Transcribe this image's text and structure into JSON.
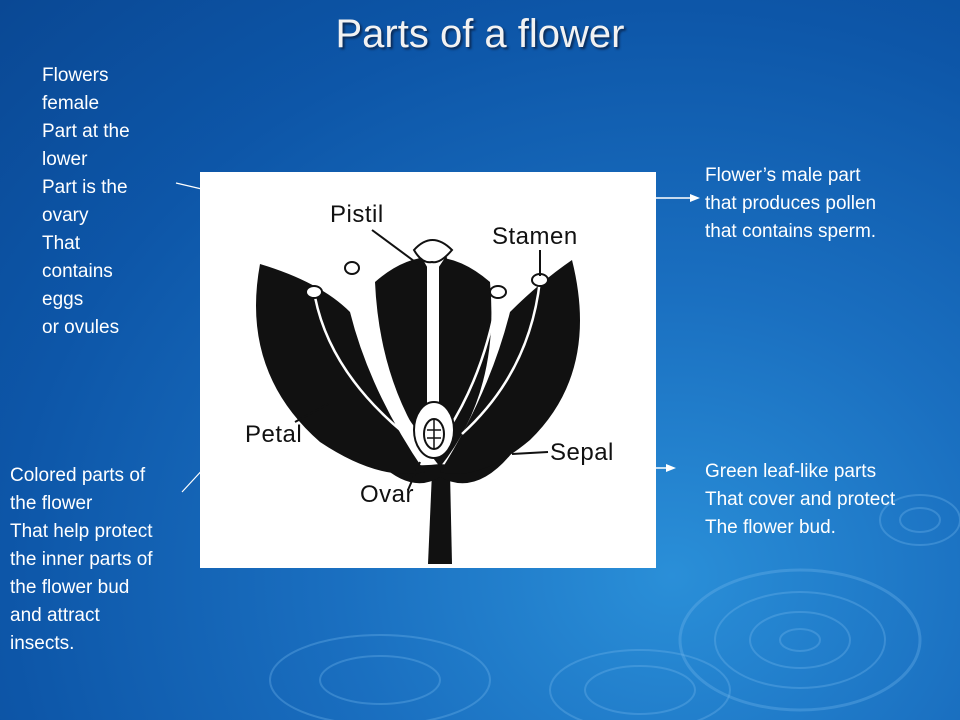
{
  "title": "Parts of a flower",
  "notes": {
    "pistil": "Flowers\nfemale\nPart at the\nlower\nPart is the\novary\nThat\ncontains\neggs\nor ovules",
    "stamen": "Flower’s male part\nthat produces pollen\nthat contains sperm.",
    "petal": "Colored parts of\nthe flower\nThat help protect\nthe inner parts of\nthe flower bud\nand attract\ninsects.",
    "sepal": "Green leaf-like parts\nThat cover and protect\nThe flower bud."
  },
  "diagram_labels": {
    "pistil": "Pistil",
    "stamen": "Stamen",
    "petal": "Petal",
    "sepal": "Sepal",
    "ovary": "Ovar"
  },
  "colors": {
    "background": "#0d56a8",
    "text": "#ffffff",
    "diagram_ink": "#111111"
  }
}
